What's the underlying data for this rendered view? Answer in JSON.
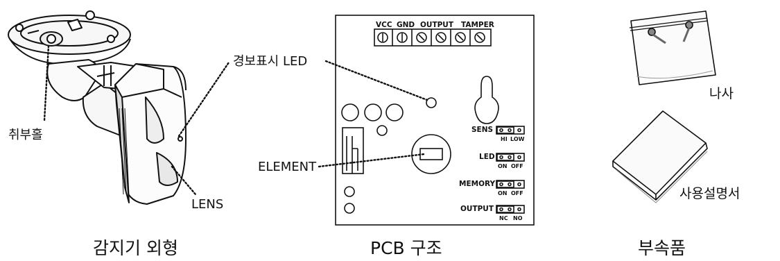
{
  "sections": {
    "exterior": {
      "caption": "감지기 외형",
      "labels": {
        "mount_hole": "취부홀",
        "lens": "LENS"
      }
    },
    "pcb": {
      "caption": "PCB 구조",
      "labels": {
        "alarm_led": "경보표시 LED",
        "element": "ELEMENT"
      },
      "terminals": [
        "VCC",
        "GND",
        "OUTPUT",
        "TAMPER"
      ],
      "jumpers": [
        {
          "name": "SENS",
          "options": [
            "HI",
            "LOW"
          ]
        },
        {
          "name": "LED",
          "options": [
            "ON",
            "OFF"
          ]
        },
        {
          "name": "MEMORY",
          "options": [
            "ON",
            "OFF"
          ]
        },
        {
          "name": "OUTPUT",
          "options": [
            "NC",
            "NO"
          ]
        }
      ]
    },
    "accessories": {
      "caption": "부속품",
      "labels": {
        "screws": "나사",
        "manual": "사용설명서"
      }
    }
  }
}
